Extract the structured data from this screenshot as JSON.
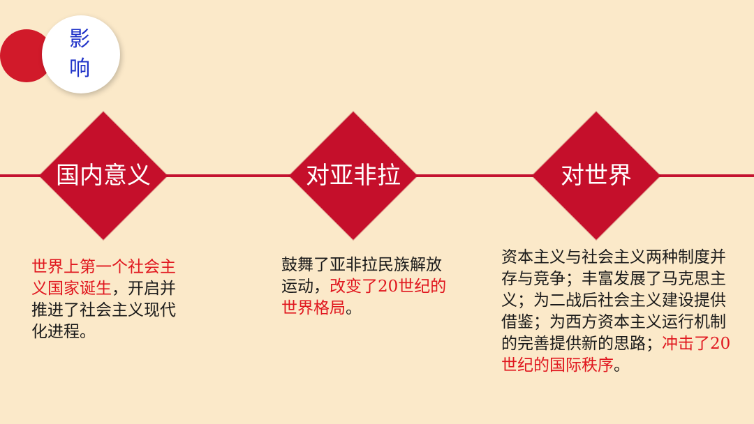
{
  "badge": {
    "title": "影响"
  },
  "sections": [
    {
      "label": "国内意义",
      "parts": [
        {
          "text": "世界上第一个社会主义国家诞生",
          "highlight": true
        },
        {
          "text": "，开启并推进了社会主义现代化进程。",
          "highlight": false
        }
      ]
    },
    {
      "label": "对亚非拉",
      "parts": [
        {
          "text": "鼓舞了亚非拉民族解放运动，",
          "highlight": false
        },
        {
          "text": "改变了20世纪的世界格局",
          "highlight": true
        },
        {
          "text": "。",
          "highlight": false
        }
      ]
    },
    {
      "label": "对世界",
      "parts": [
        {
          "text": "资本主义与社会主义两种制度并存与竞争；丰富发展了马克思主义；为二战后社会主义建设提供借鉴；为西方资本主义运行机制的完善提供新的思路；",
          "highlight": false
        },
        {
          "text": "冲击了20世纪的国际秩序",
          "highlight": true
        },
        {
          "text": "。",
          "highlight": false
        }
      ]
    }
  ],
  "colors": {
    "background": "#fbe9c9",
    "accent": "#c50f2b",
    "highlight_text": "#e0161e",
    "badge_text": "#1f32c8"
  }
}
